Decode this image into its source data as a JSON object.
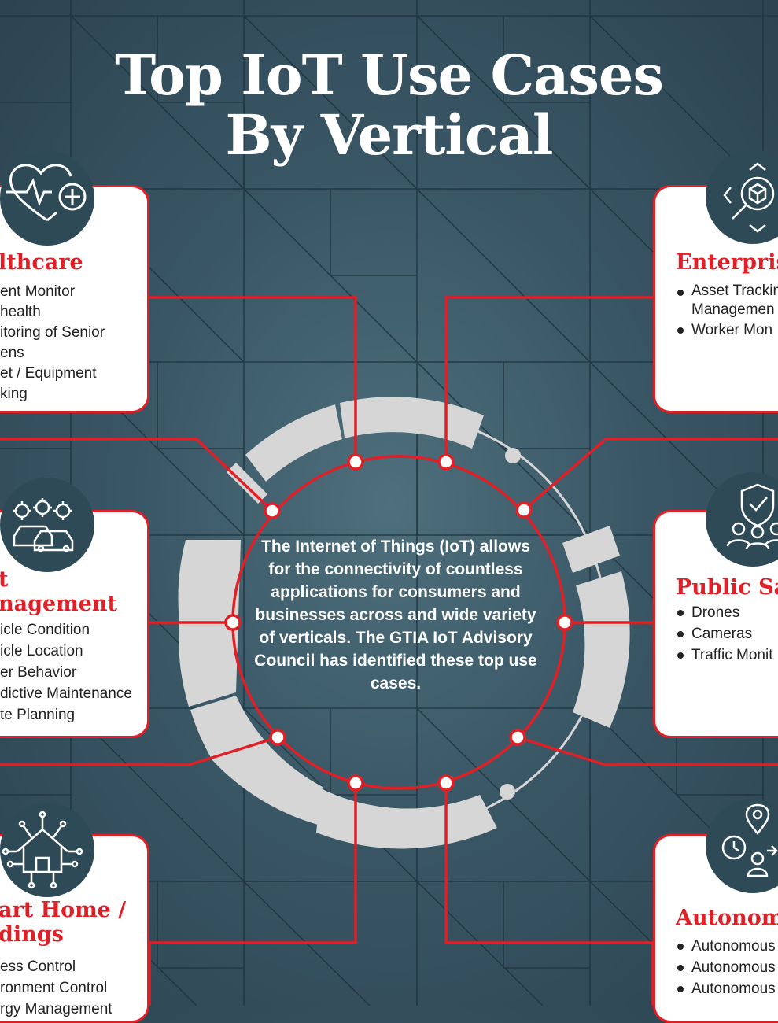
{
  "title": {
    "line1": "Top IoT Use Cases",
    "line2": "By Vertical"
  },
  "center_text": "The Internet of Things (IoT) allows for the connectivity of countless applications for consumers and businesses across and wide variety of verticals. The GTIA IoT Advisory Council has identified these top use cases.",
  "colors": {
    "accent": "#e01f26",
    "background": "#3a5766",
    "ring": "#d6d6d6",
    "badge": "#2f4a57"
  },
  "cards": {
    "healthcare": {
      "title": "lthcare",
      "icon": "heart-pulse-plus-icon",
      "items": [
        "ent Monitor",
        "health",
        "itoring of Senior",
        "ens",
        "et / Equipment",
        "king"
      ]
    },
    "fleet": {
      "title1": "t",
      "title2": "nagement",
      "icon": "cars-gears-icon",
      "items": [
        "icle Condition",
        "icle Location",
        "er Behavior",
        "dictive Maintenance",
        "te Planning"
      ]
    },
    "smarthome": {
      "title1": "art Home /",
      "title2": "dings",
      "icon": "circuit-house-icon",
      "items": [
        "ess Control",
        "ronment Control",
        "rgy Management"
      ]
    },
    "enterprise": {
      "title": "Enterpris",
      "icon": "magnifier-cube-icon",
      "items": [
        [
          "Asset Trackin",
          "Managemen"
        ],
        [
          "Worker Mon"
        ]
      ]
    },
    "publicsafety": {
      "title": "Public Sa",
      "icon": "shield-people-icon",
      "items": [
        "Drones",
        "Cameras",
        "Traffic Monit"
      ]
    },
    "autonomous": {
      "title": "Autonom",
      "icon": "location-person-icon",
      "items": [
        "Autonomous",
        "Autonomous",
        "Autonomous"
      ]
    }
  }
}
